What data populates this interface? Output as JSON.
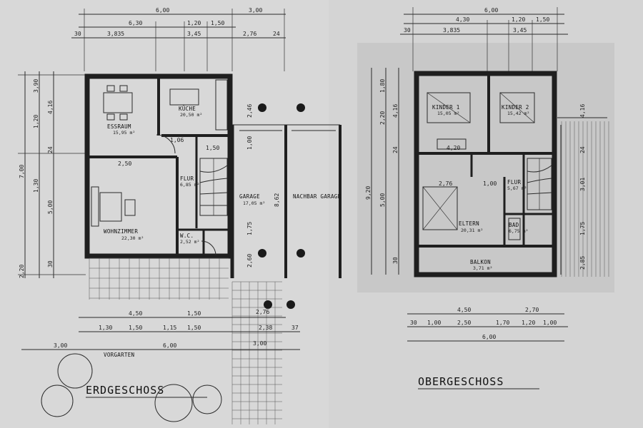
{
  "sheet": {
    "ground_floor": {
      "title": "ERDGESCHOSS",
      "top_dims_row1": [
        "6,00",
        "3,00"
      ],
      "top_dims_row2": [
        "6,30",
        "1,20",
        "1,50"
      ],
      "top_dims_row3": [
        "30",
        "3,835",
        "3,45",
        "2,76",
        "24"
      ],
      "left_dims": [
        "7,00",
        "3,90",
        "4,16",
        "1,20",
        "5,00",
        "1,30",
        "24",
        "30",
        "2,20"
      ],
      "right_dims": [
        "2,46",
        "1,00",
        "8,62",
        "1,75",
        "2,60"
      ],
      "bottom_dims_row1": [
        "4,50",
        "1,50",
        "2,76"
      ],
      "bottom_dims_row2": [
        "1,30",
        "1,50",
        "1,15",
        "1,50",
        "2,38",
        "37"
      ],
      "bottom_dims_row3": [
        "3,00",
        "6,00",
        "3,00"
      ],
      "rooms": [
        {
          "name": "KÜCHE",
          "area": "20,50 m²"
        },
        {
          "name": "ESSRAUM",
          "area": "15,95 m²"
        },
        {
          "name": "FLUR",
          "area": "6,85 m²"
        },
        {
          "name": "WOHNZIMMER",
          "area": "22,30 m²"
        },
        {
          "name": "W.C.",
          "area": "2,52 m²"
        },
        {
          "name": "GARAGE",
          "area": "17,05 m²"
        },
        {
          "name": "NACHBAR GARAGE",
          "area": ""
        }
      ],
      "small_labels": [
        "1,06",
        "2,50",
        "1,50"
      ],
      "garden_label": "VORGARTEN"
    },
    "upper_floor": {
      "title": "OBERGESCHOSS",
      "top_dims_row1": [
        "6,00"
      ],
      "top_dims_row2": [
        "4,30",
        "1,20",
        "1,50"
      ],
      "top_dims_row3": [
        "30",
        "3,835",
        "3,45"
      ],
      "left_dims": [
        "1,80",
        "2,20",
        "4,16",
        "24",
        "9,20",
        "5,00",
        "30"
      ],
      "right_dims": [
        "4,16",
        "24",
        "3,01",
        "1,75",
        "2,85"
      ],
      "bottom_dims_row1": [
        "4,50",
        "2,70"
      ],
      "bottom_dims_row2": [
        "30",
        "1,00",
        "2,50",
        "1,70",
        "1,20",
        "1,00"
      ],
      "bottom_dims_row3": [
        "6,00"
      ],
      "rooms": [
        {
          "name": "KINDER 1",
          "area": "15,05 m²"
        },
        {
          "name": "KINDER 2",
          "area": "15,42 m²"
        },
        {
          "name": "FLUR",
          "area": "5,67 m²"
        },
        {
          "name": "ELTERN",
          "area": "20,31 m²"
        },
        {
          "name": "BAD",
          "area": "6,75 m²"
        },
        {
          "name": "BALKON",
          "area": "3,71 m²"
        }
      ],
      "small_labels": [
        "4,20",
        "2,76",
        "1,00"
      ]
    }
  }
}
